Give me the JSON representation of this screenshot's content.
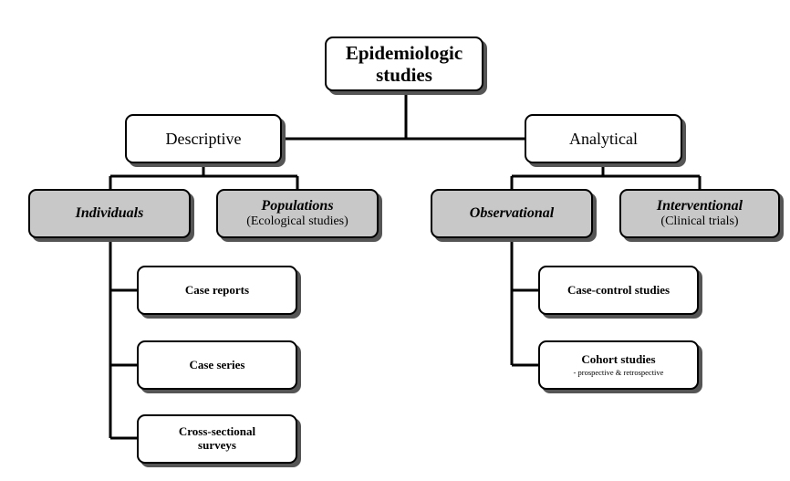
{
  "root": {
    "line1": "Epidemiologic",
    "line2": "studies"
  },
  "descriptive": {
    "label": "Descriptive"
  },
  "analytical": {
    "label": "Analytical"
  },
  "individuals": {
    "label": "Individuals"
  },
  "populations": {
    "label": "Populations",
    "sub": "(Ecological studies)"
  },
  "observational": {
    "label": "Observational"
  },
  "interventional": {
    "label": "Interventional",
    "sub": "(Clinical trials)"
  },
  "case_reports": {
    "label": "Case reports"
  },
  "case_series": {
    "label": "Case series"
  },
  "cross_sectional": {
    "line1": "Cross-sectional",
    "line2": "surveys"
  },
  "case_control": {
    "label": "Case-control studies"
  },
  "cohort": {
    "label": "Cohort studies",
    "sub": "- prospective & retrospective"
  },
  "colors": {
    "category_fill": "#c8c8c8",
    "box_fill": "#ffffff",
    "stroke": "#000000",
    "shadow": "#555555"
  }
}
